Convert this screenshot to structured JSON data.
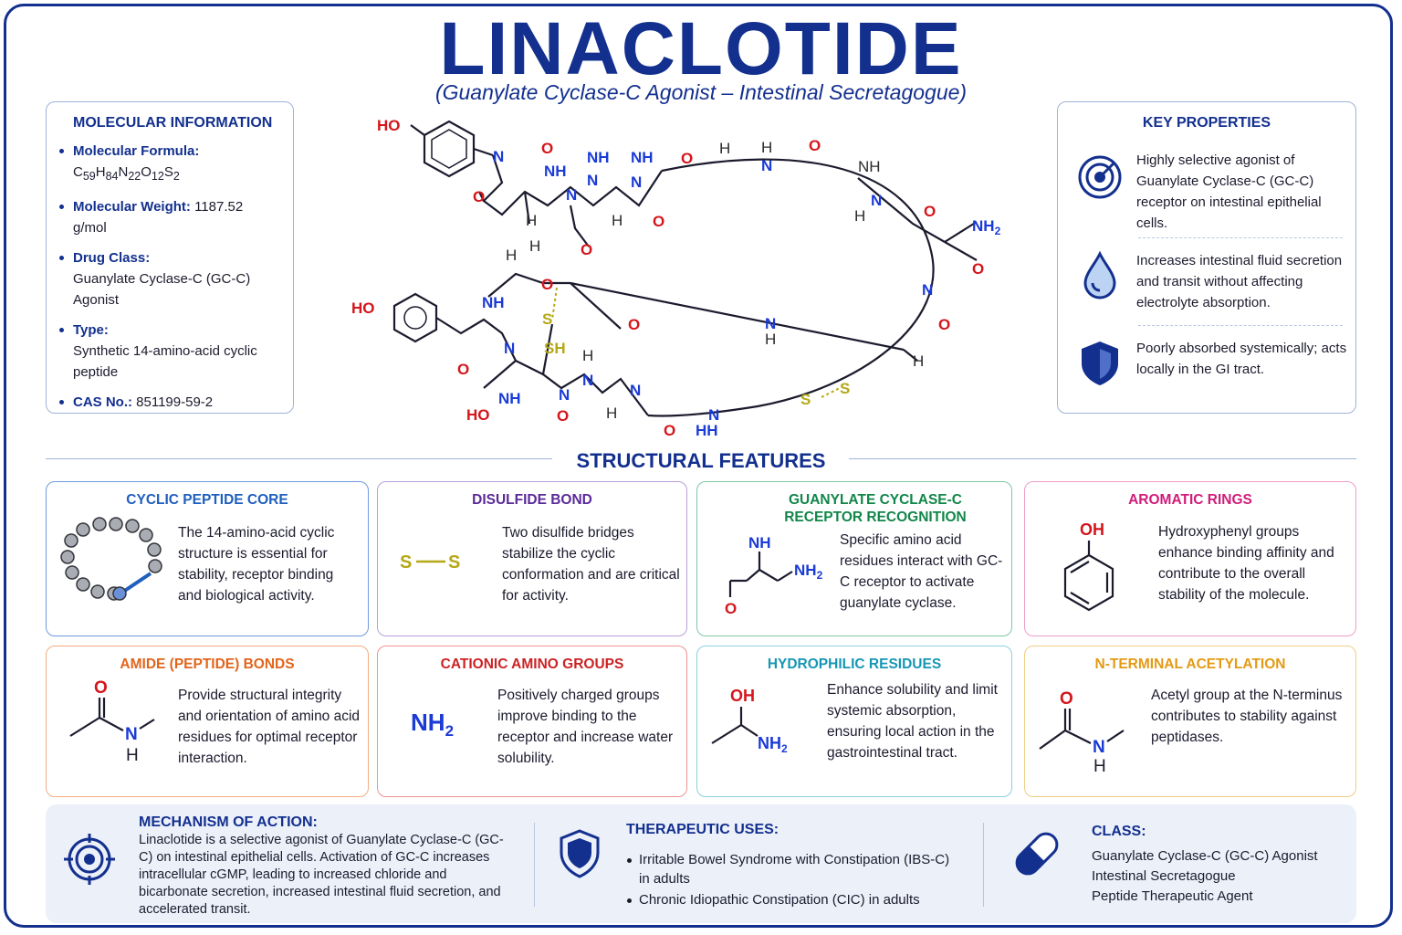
{
  "header": {
    "title": "LINACLOTIDE",
    "subtitle": "(Guanylate Cyclase-C Agonist – Intestinal Secretagogue)"
  },
  "molecular_information": {
    "heading": "MOLECULAR INFORMATION",
    "formula_label": "Molecular Formula:",
    "formula_parts": [
      "C",
      "59",
      "H",
      "84",
      "N",
      "22",
      "O",
      "12",
      "S",
      "2"
    ],
    "weight_label": "Molecular Weight:",
    "weight_value": "1187.52 g/mol",
    "class_label": "Drug Class:",
    "class_value": "Guanylate Cyclase-C (GC-C) Agonist",
    "type_label": "Type:",
    "type_value": "Synthetic 14-amino-acid cyclic peptide",
    "cas_label": "CAS No.:",
    "cas_value": "851199-59-2"
  },
  "key_properties": {
    "heading": "KEY PROPERTIES",
    "items": [
      {
        "icon": "target-icon",
        "text": "Highly selective agonist of Guanylate Cyclase-C (GC-C) receptor on intestinal epithelial cells."
      },
      {
        "icon": "droplet-icon",
        "text": "Increases intestinal fluid secretion and transit without affecting electrolyte absorption."
      },
      {
        "icon": "shield-icon",
        "text": "Poorly absorbed systemically; acts locally in the GI tract."
      }
    ]
  },
  "structure_labels": {
    "ho": "HO",
    "nh": "NH",
    "nh2": "NH",
    "nh2_sub": "2",
    "n": "N",
    "h": "H",
    "o": "O",
    "s": "S",
    "sh": "SH",
    "hh": "HH"
  },
  "structural_features": {
    "heading": "STRUCTURAL FEATURES",
    "cards": [
      {
        "title": "CYCLIC PEPTIDE CORE",
        "color": "#1f5fbf",
        "border": "#6f9be0",
        "text": "The 14-amino-acid cyclic structure is essential for stability, receptor binding and biological activity."
      },
      {
        "title": "DISULFIDE BOND",
        "color": "#5b2a9a",
        "border": "#b7a0d8",
        "text": "Two disulfide bridges stabilize the cyclic conformation and are critical for activity.",
        "label_s": "S"
      },
      {
        "title": "GUANYLATE CYCLASE-C RECEPTOR RECOGNITION",
        "color": "#12864a",
        "border": "#7fc9a3",
        "text": "Specific amino acid residues interact with GC-C receptor to activate guanylate cyclase.",
        "label_nh": "NH",
        "label_nh2": "NH",
        "label_sub": "2",
        "label_o": "O"
      },
      {
        "title": "AROMATIC RINGS",
        "color": "#d11d7a",
        "border": "#ef9ec8",
        "text": "Hydroxyphenyl groups enhance binding affinity and contribute to the overall stability of the molecule.",
        "label_oh": "OH"
      },
      {
        "title": "AMIDE (PEPTIDE) BONDS",
        "color": "#e2641b",
        "border": "#f2ad83",
        "text": "Provide structural integrity and orientation of amino acid residues for optimal receptor interaction.",
        "label_o": "O",
        "label_n": "N",
        "label_h": "H"
      },
      {
        "title": "CATIONIC AMINO GROUPS",
        "color": "#cc2224",
        "border": "#ec9495",
        "text": "Positively charged groups improve binding to the receptor and increase water solubility.",
        "label_nh": "NH",
        "label_sub": "2"
      },
      {
        "title": "HYDROPHILIC RESIDUES",
        "color": "#1796b5",
        "border": "#8ccfe0",
        "text": "Enhance solubility and limit systemic absorption, ensuring local action in the gastrointestinal tract.",
        "label_oh": "OH",
        "label_nh": "NH",
        "label_sub": "2"
      },
      {
        "title": "N-TERMINAL ACETYLATION",
        "color": "#e39a14",
        "border": "#f1cd85",
        "text": "Acetyl group at the N-terminus contributes to stability against peptidases.",
        "label_o": "O",
        "label_n": "N",
        "label_h": "H"
      }
    ]
  },
  "mechanism": {
    "heading": "MECHANISM OF ACTION:",
    "text": "Linaclotide is a selective agonist of Guanylate Cyclase-C (GC-C) on intestinal epithelial cells. Activation of GC-C increases intracellular cGMP, leading to increased chloride and bicarbonate secretion, increased intestinal fluid secretion, and accelerated transit."
  },
  "therapeutic_uses": {
    "heading": "THERAPEUTIC USES:",
    "items": [
      "Irritable Bowel Syndrome with Constipation (IBS-C) in adults",
      "Chronic Idiopathic Constipation (CIC) in adults"
    ]
  },
  "drug_class": {
    "heading": "CLASS:",
    "items": [
      "Guanylate Cyclase-C (GC-C) Agonist",
      "Intestinal Secretagogue",
      "Peptide Therapeutic Agent"
    ]
  },
  "colors": {
    "brand": "#13308f",
    "nitrogen": "#1a3bd6",
    "oxygen": "#d4151b",
    "sulfur": "#b5a816"
  }
}
